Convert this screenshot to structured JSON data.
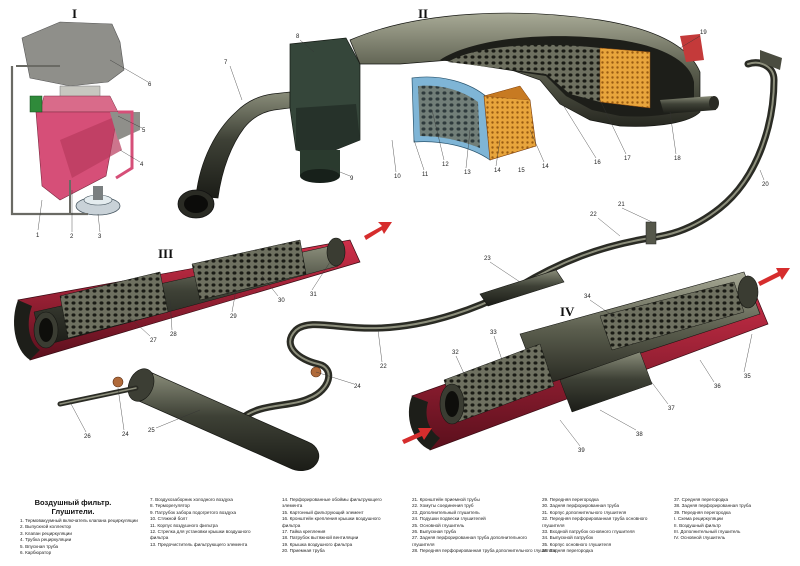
{
  "section_numerals": [
    "I",
    "II",
    "III",
    "IV"
  ],
  "callout_numbers": [
    "1",
    "2",
    "3",
    "4",
    "5",
    "6",
    "7",
    "8",
    "9",
    "10",
    "11",
    "12",
    "13",
    "14",
    "14",
    "15",
    "16",
    "17",
    "18",
    "19",
    "20",
    "21",
    "22",
    "22",
    "23",
    "24",
    "24",
    "25",
    "26",
    "27",
    "28",
    "29",
    "30",
    "31",
    "32",
    "33",
    "34",
    "35",
    "36",
    "37",
    "38",
    "39"
  ],
  "legend": {
    "title_line1": "Воздушный фильтр.",
    "title_line2": "Глушители.",
    "columns": [
      [
        "1. Термовакуумный включатель клапана рециркуляции",
        "2. Выпускной коллектор",
        "3. Клапан рециркуляции",
        "4. Трубка рециркуляции",
        "5. Впускная труба",
        "6. Карбюратор"
      ],
      [
        "7. Воздухозаборник холодного воздуха",
        "8. Терморегулятор",
        "9. Патрубок забора подогретого воздуха",
        "10. Стяжной болт",
        "11. Корпус воздушного фильтра",
        "12. Стрелка для установки крышки воздушного",
        "    фильтра",
        "13. Предочиститель фильтрующего элемента"
      ],
      [
        "14. Перфорированные обоймы фильтрующего",
        "    элемента",
        "15. Картонный фильтрующий элемент",
        "16. Кронштейн крепления крышки воздушного",
        "    фильтра",
        "17. Гайка крепления",
        "18. Патрубок вытяжной вентиляции",
        "19. Крышка воздушного фильтра",
        "20. Приемная труба"
      ],
      [
        "21. Кронштейн приемной трубы",
        "22. Хомуты соединения труб",
        "23. Дополнительный глушитель",
        "24. Подушки подвески глушителей",
        "25. Основной глушитель",
        "26. Выпускная труба",
        "27. Задняя перфорированная труба дополнительного",
        "    глушителя",
        "28. Передняя перфорированная труба дополнительного глушителя"
      ],
      [
        "29. Передняя перегородка",
        "30. Задняя перфорированная труба",
        "31. Корпус дополнительного глушителя",
        "32. Передняя перфорированная труба основного",
        "    глушителя",
        "33. Входной патрубок основного глушителя",
        "34. Выпускной патрубок",
        "35. Корпус основного глушителя",
        "36. Задняя перегородка"
      ],
      [
        "37. Средняя перегородка",
        "38. Задняя перфорированная труба",
        "39. Передняя перегородка",
        "",
        "I.   Схема рециркуляции",
        "II.  Воздушный фильтр",
        "III. Дополнительный глушитель",
        "IV.  Основной глушитель"
      ]
    ]
  }
}
